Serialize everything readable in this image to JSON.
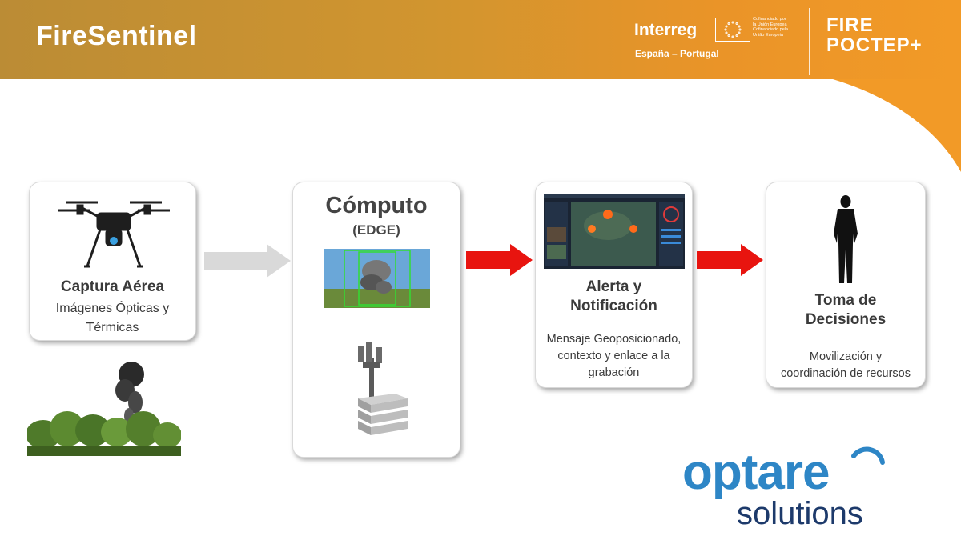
{
  "header": {
    "title": "FireSentinel",
    "interreg": "Interreg",
    "interreg_sub": "España – Portugal",
    "eu_text": [
      "Cofinanciado por",
      "la Unión Europea",
      "Cofinanciado pela",
      "União Europeia"
    ],
    "fire_logo": {
      "line1": "FIRE",
      "line2": "POCTEP+"
    }
  },
  "cards": {
    "capture": {
      "title": "Captura Aérea",
      "text_line1": "Imágenes Ópticas y",
      "text_line2": "Térmicas"
    },
    "compute": {
      "title": "Cómputo",
      "subtitle": "(EDGE)"
    },
    "alert": {
      "title_line1": "Alerta y",
      "title_line2": "Notificación",
      "text_line1": "Mensaje Geoposicionado,",
      "text_line2": "contexto y enlace a la",
      "text_line3": "grabación"
    },
    "decision": {
      "title_line1": "Toma de",
      "title_line2": "Decisiones",
      "text_line1": "Movilización y",
      "text_line2": "coordinación de recursos"
    }
  },
  "logo": {
    "line1": "optare",
    "line2": "solutions"
  },
  "colors": {
    "header_start": "#bb8c35",
    "header_end": "#f29a27",
    "arrow_red": "#e8140f",
    "arrow_gray": "#d9d9d9",
    "brand_blue": "#2e86c6",
    "brand_navy": "#1d3a6b"
  }
}
